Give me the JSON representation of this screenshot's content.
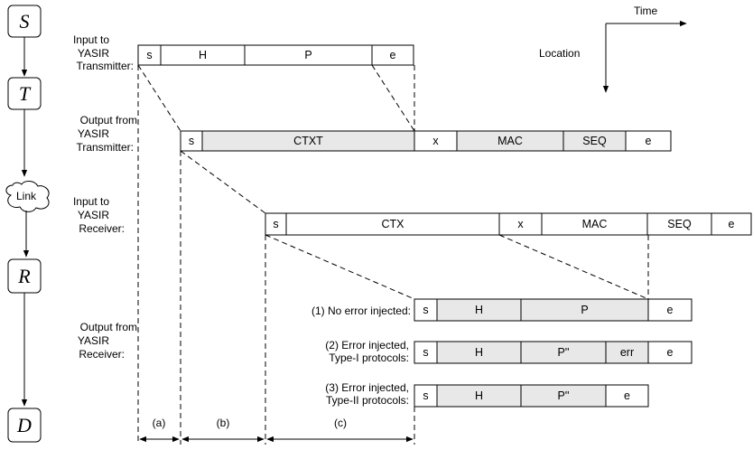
{
  "nodes": {
    "source": "S",
    "transmitter": "T",
    "link": "Link",
    "receiver": "R",
    "destination": "D"
  },
  "axes": {
    "time": "Time",
    "location": "Location"
  },
  "row_labels": {
    "row1": [
      "Input to",
      "YASIR",
      "Transmitter:"
    ],
    "row2": [
      "Output from",
      "YASIR",
      "Transmitter:"
    ],
    "row3": [
      "Input to",
      "YASIR",
      "Receiver:"
    ],
    "row4": [
      "Output from",
      "YASIR",
      "Receiver:"
    ]
  },
  "packets": {
    "tx_input": [
      "s",
      "H",
      "P",
      "e"
    ],
    "tx_output": [
      "s",
      "CTXT",
      "x",
      "MAC",
      "SEQ",
      "e"
    ],
    "rx_input": [
      "s",
      "CTX",
      "x",
      "MAC",
      "SEQ",
      "e"
    ],
    "rx_out_1": [
      "s",
      "H",
      "P",
      "e"
    ],
    "rx_out_2": [
      "s",
      "H",
      "P''",
      "err",
      "e"
    ],
    "rx_out_3": [
      "s",
      "H",
      "P''",
      "e"
    ]
  },
  "cases": {
    "case1": [
      "(1) No error injected:"
    ],
    "case2": [
      "(2) Error injected,",
      "Type-I protocols:"
    ],
    "case3": [
      "(3) Error injected,",
      "Type-II protocols:"
    ]
  },
  "intervals": [
    "(a)",
    "(b)",
    "(c)"
  ]
}
